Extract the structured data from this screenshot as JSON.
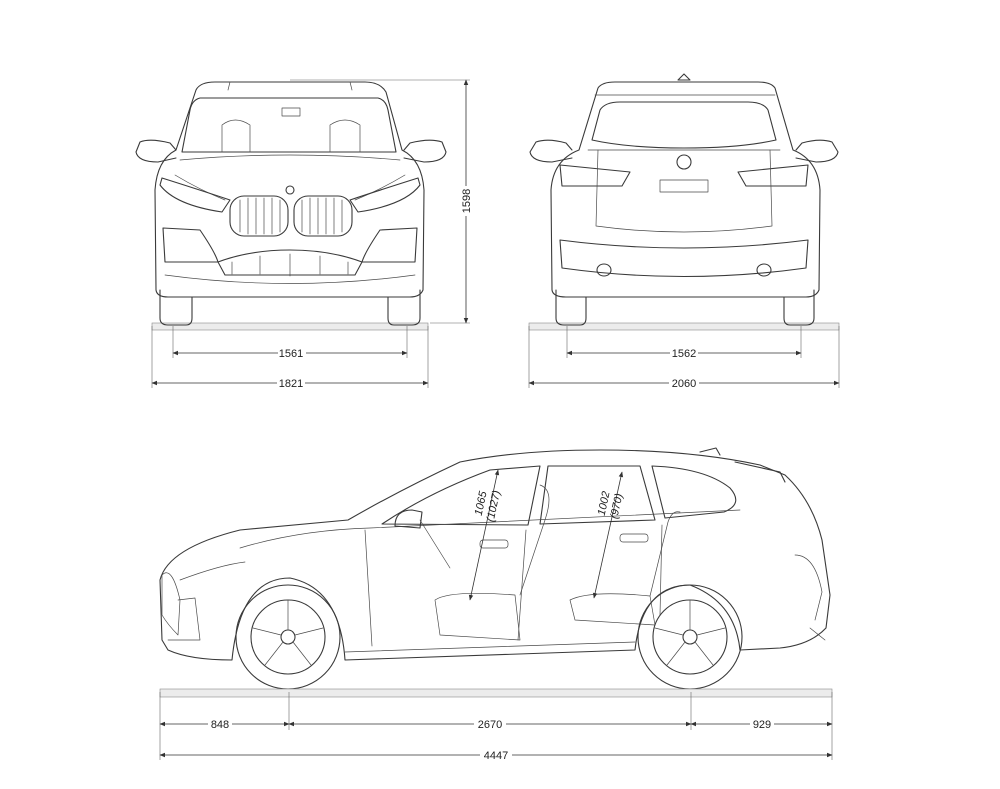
{
  "front_view": {
    "track_width": "1561",
    "overall_width": "1821",
    "overall_height": "1598"
  },
  "rear_view": {
    "track_width": "1562",
    "overall_width": "2060"
  },
  "side_view": {
    "front_overhang": "848",
    "wheelbase": "2670",
    "rear_overhang": "929",
    "overall_length": "4447",
    "front_headroom": "1065",
    "front_headroom_alt": "(1027)",
    "rear_headroom": "1002",
    "rear_headroom_alt": "(970)"
  },
  "colors": {
    "line": "#3a3a3a",
    "ground": "#ececec",
    "dimension": "#333333"
  }
}
